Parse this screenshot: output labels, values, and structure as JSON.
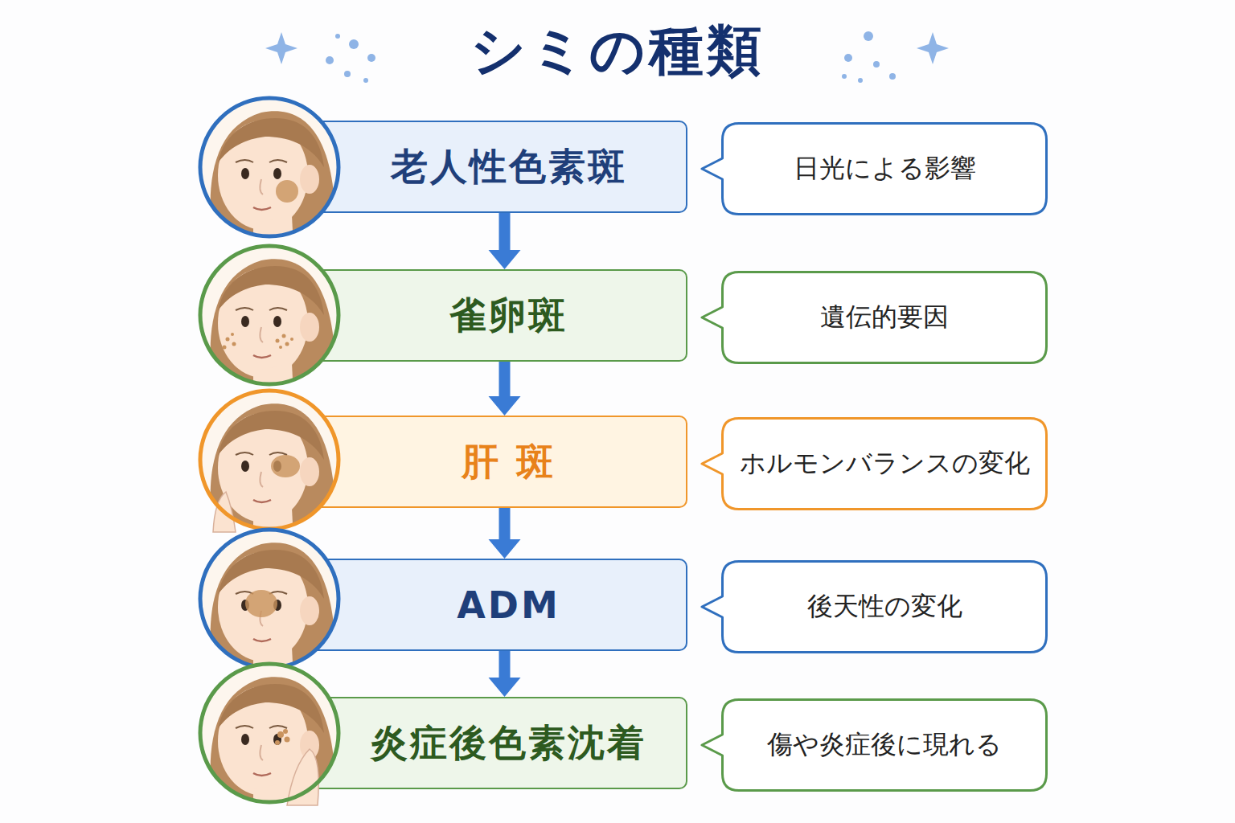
{
  "diagram": {
    "title": "シミの種類",
    "nodes": [
      {
        "text": [
          "老人性色素斑"
        ]
      },
      {
        "text": [
          "日光による影響"
        ]
      },
      {
        "text": [
          "雀卵斑"
        ]
      },
      {
        "text": [
          "遺伝的要因"
        ]
      },
      {
        "text": [
          "肝 斑"
        ]
      },
      {
        "text": [
          "ホルモンバランスの変化"
        ]
      },
      {
        "text": [
          "ADM"
        ]
      },
      {
        "text": [
          "後天性の変化"
        ]
      },
      {
        "text": [
          "炎症後色素沈着"
        ]
      },
      {
        "text": [
          "傷や炎症後に現れる"
        ]
      }
    ],
    "edges": [
      {
        "from": 0,
        "to": 2,
        "arrow": "to"
      },
      {
        "from": 2,
        "to": 4,
        "arrow": "to"
      },
      {
        "from": 4,
        "to": 6,
        "arrow": "to"
      },
      {
        "from": 6,
        "to": 8,
        "arrow": "to"
      }
    ]
  }
}
